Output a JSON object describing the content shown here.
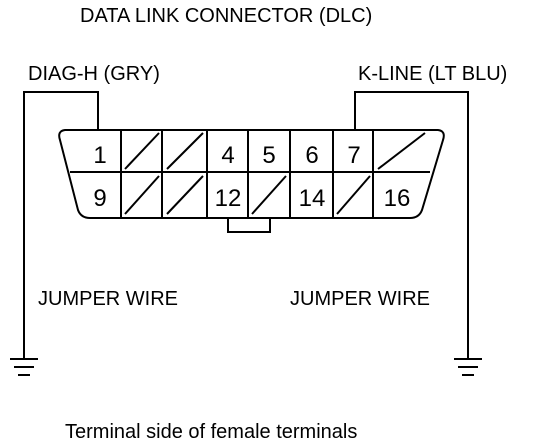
{
  "title": "DATA LINK CONNECTOR (DLC)",
  "left_wire_label": "DIAG-H (GRY)",
  "right_wire_label": "K-LINE (LT BLU)",
  "left_jumper_label": "JUMPER WIRE",
  "right_jumper_label": "JUMPER WIRE",
  "caption": "Terminal side of female terminals",
  "connector": {
    "top_row": [
      "1",
      "",
      "",
      "4",
      "5",
      "6",
      "7",
      ""
    ],
    "bottom_row": [
      "9",
      "",
      "",
      "12",
      "",
      "14",
      "",
      "16"
    ]
  },
  "icons": {
    "ground_left": "ground-icon",
    "ground_right": "ground-icon"
  }
}
